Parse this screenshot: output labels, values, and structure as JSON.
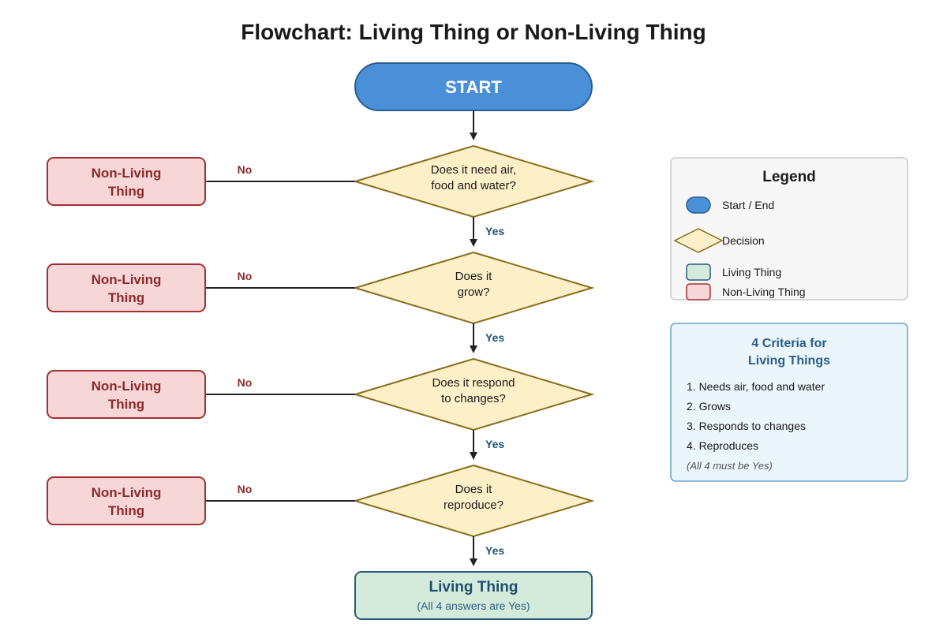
{
  "title": "Flowchart: Living Thing or Non-Living Thing",
  "start_label": "START",
  "decisions": [
    {
      "lines": [
        "Does it need air,",
        "food and water?"
      ],
      "yes_label": "Yes",
      "no_label": "No",
      "no_result": [
        "Non-Living",
        "Thing"
      ]
    },
    {
      "lines": [
        "Does it",
        "grow?"
      ],
      "yes_label": "Yes",
      "no_label": "No",
      "no_result": [
        "Non-Living",
        "Thing"
      ]
    },
    {
      "lines": [
        "Does it respond",
        "to changes?"
      ],
      "yes_label": "Yes",
      "no_label": "No",
      "no_result": [
        "Non-Living",
        "Thing"
      ]
    },
    {
      "lines": [
        "Does it",
        "reproduce?"
      ],
      "yes_label": "Yes",
      "no_label": "No",
      "no_result": [
        "Non-Living",
        "Thing"
      ]
    }
  ],
  "end": {
    "title": "Living Thing",
    "subtitle": "(All 4 answers are Yes)"
  },
  "legend": {
    "title": "Legend",
    "items": [
      {
        "shape": "start-end",
        "label": "Start / End"
      },
      {
        "shape": "decision",
        "label": "Decision"
      },
      {
        "shape": "living",
        "label": "Living Thing"
      },
      {
        "shape": "non-living",
        "label": "Non-Living Thing"
      }
    ]
  },
  "criteria": {
    "title_lines": [
      "4 Criteria for",
      "Living Things"
    ],
    "items": [
      "1. Needs air, food and water",
      "2. Grows",
      "3. Responds to changes",
      "4. Reproduces"
    ],
    "note": "(All 4 must be Yes)"
  },
  "colors": {
    "start_fill": "#4a90d9",
    "start_stroke": "#2a5f8e",
    "decision_fill": "#fdf0c8",
    "decision_stroke": "#8a6d1a",
    "non_living_fill": "#f7d6d8",
    "non_living_stroke": "#a33030",
    "living_fill": "#d4ebdc",
    "living_stroke": "#2a5a7a",
    "legend_fill": "#f7f7f7",
    "legend_stroke": "#c8c8c8",
    "criteria_fill": "#ebf5fc",
    "criteria_stroke": "#6aa3c8"
  }
}
